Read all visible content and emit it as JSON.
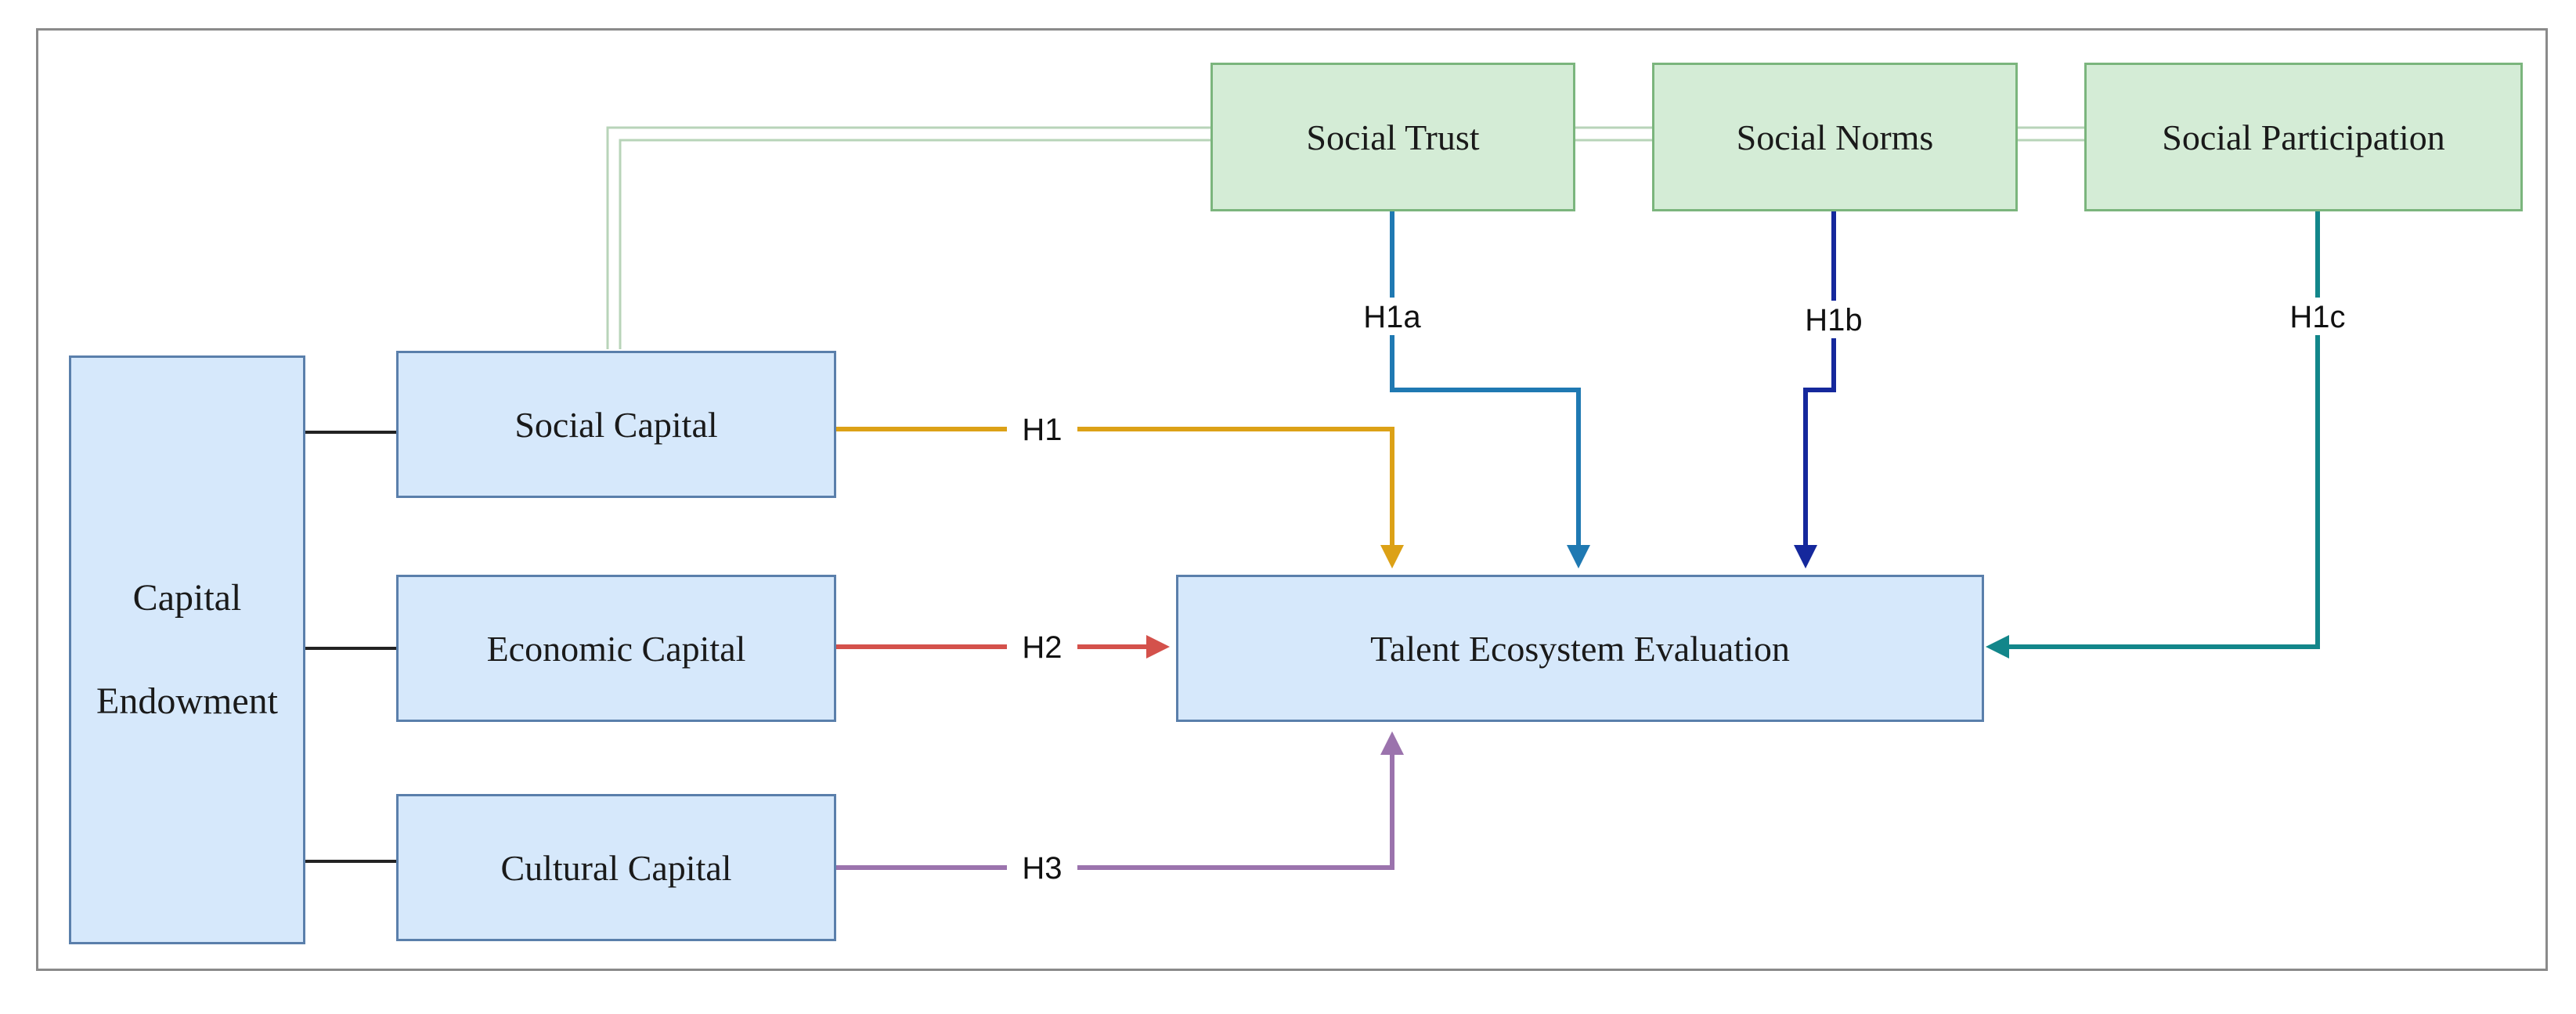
{
  "boxes": {
    "capital_endowment": "Capital\nEndowment",
    "social_capital": "Social Capital",
    "economic_capital": "Economic Capital",
    "cultural_capital": "Cultural Capital",
    "talent_ecosystem": "Talent Ecosystem Evaluation",
    "social_trust": "Social Trust",
    "social_norms": "Social Norms",
    "social_participation": "Social Participation"
  },
  "hypotheses": {
    "h1": "H1",
    "h2": "H2",
    "h3": "H3",
    "h1a": "H1a",
    "h1b": "H1b",
    "h1c": "H1c"
  },
  "colors": {
    "h1": "#dca116",
    "h2": "#d4514b",
    "h3": "#9b73ad",
    "h1a": "#1f79b2",
    "h1b": "#15289c",
    "h1c": "#12868a",
    "link": "#b8d4b9",
    "endow_link": "#222222"
  }
}
